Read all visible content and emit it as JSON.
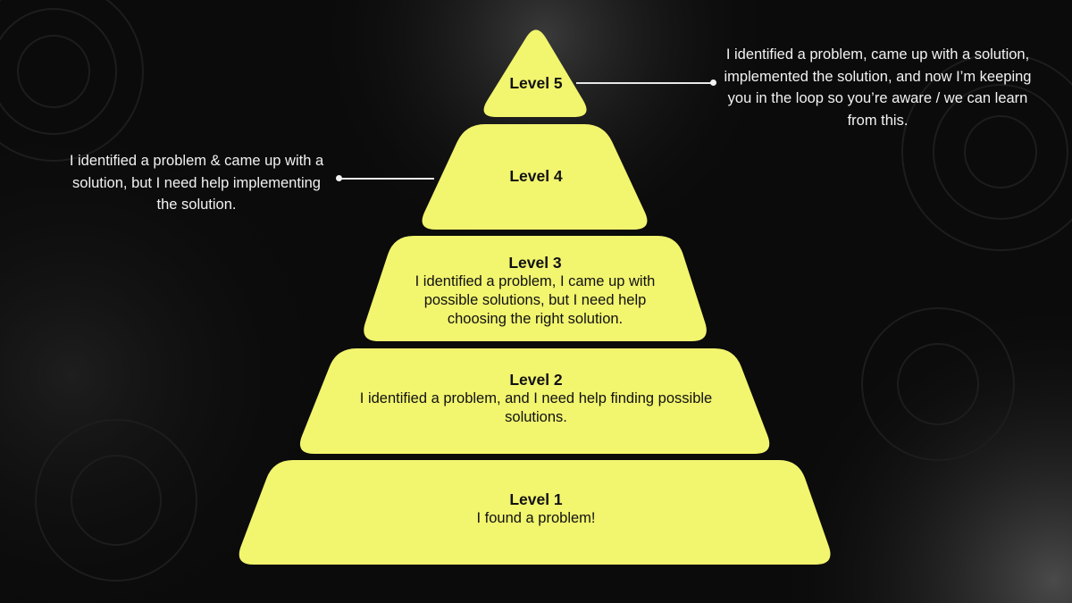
{
  "colors": {
    "background": "#0b0b0b",
    "tier_fill": "#f2f56e",
    "tier_text": "#111111",
    "callout_text": "#f2f2f2"
  },
  "pyramid": {
    "levels": [
      {
        "title": "Level 5",
        "body": ""
      },
      {
        "title": "Level 4",
        "body": ""
      },
      {
        "title": "Level 3",
        "body": "I identified a problem, I came up with possible solutions, but I need help choosing the right solution."
      },
      {
        "title": "Level 2",
        "body": "I identified a problem, and I need help finding possible solutions."
      },
      {
        "title": "Level 1",
        "body": "I found a problem!"
      }
    ]
  },
  "callouts": {
    "level5": "I identified a problem, came up with a solution, implemented the solution, and now I’m keeping you in the loop so you’re aware / we can learn from this.",
    "level4": "I identified a problem & came up with a solution, but I need help implementing the solution."
  }
}
